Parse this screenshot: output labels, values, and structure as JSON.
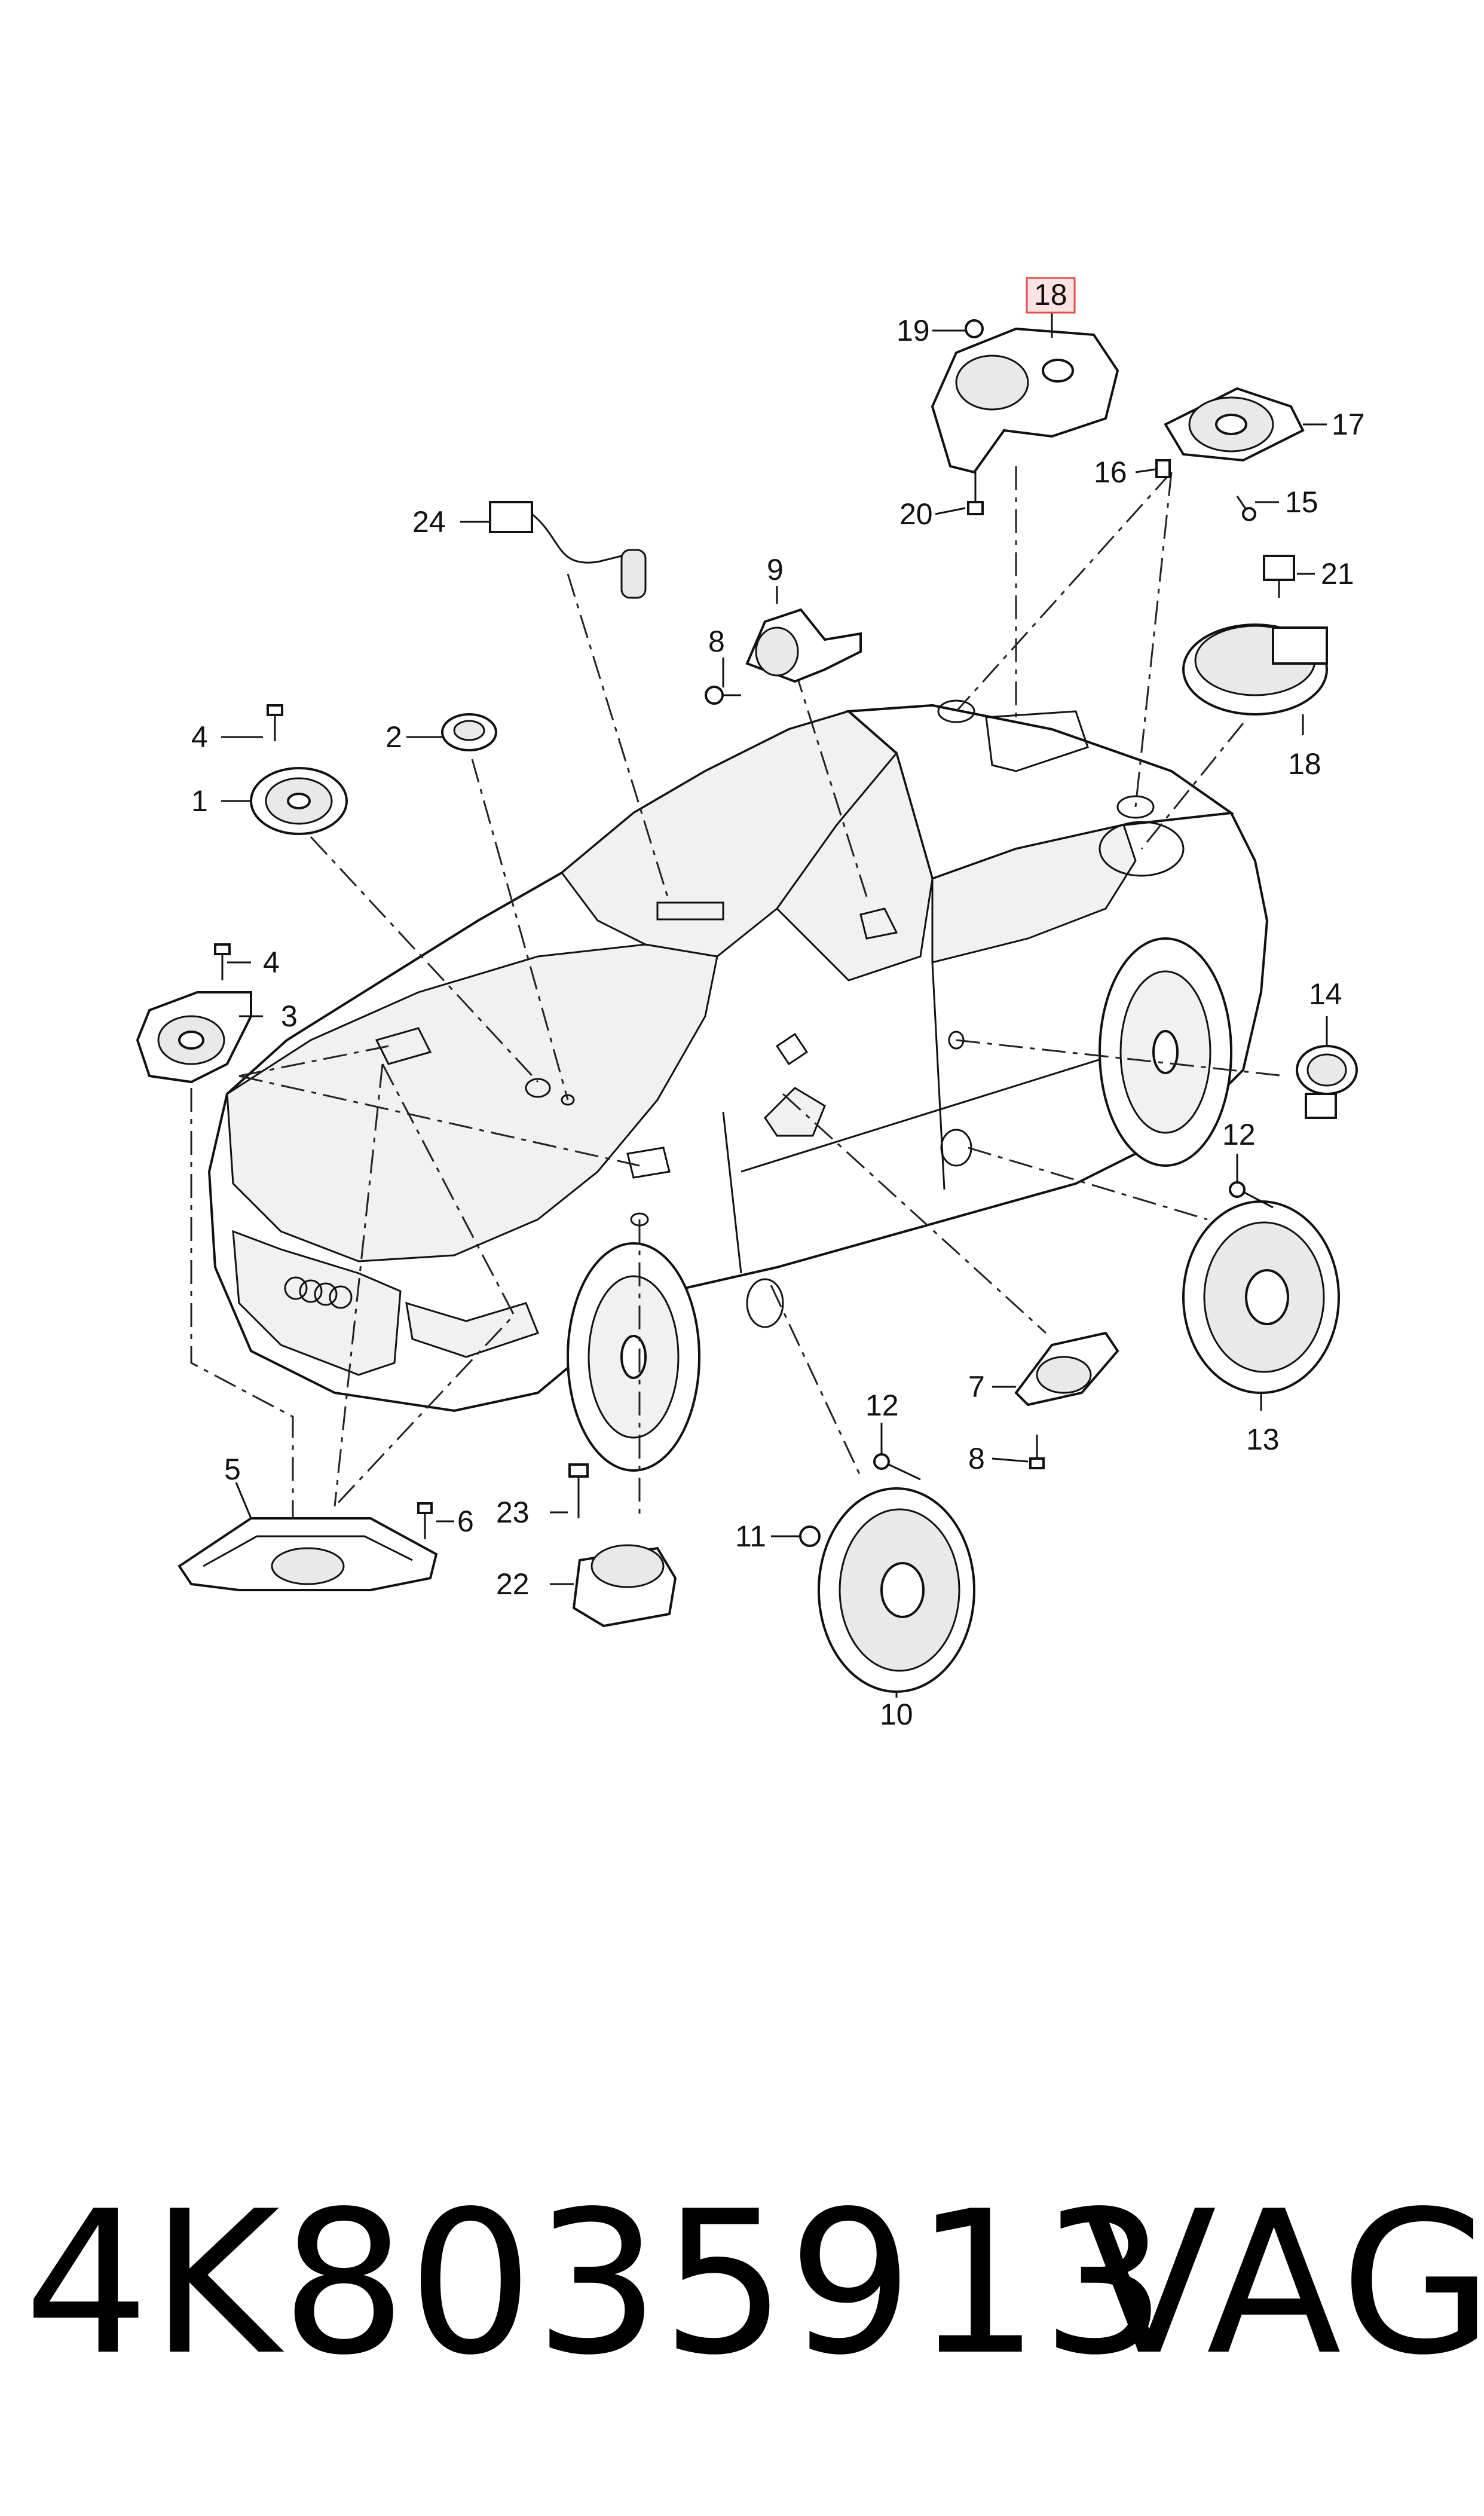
{
  "callouts": {
    "c1": "1",
    "c2": "2",
    "c3": "3",
    "c4a": "4",
    "c4b": "4",
    "c5": "5",
    "c6": "6",
    "c7": "7",
    "c8a": "8",
    "c8b": "8",
    "c9": "9",
    "c10": "10",
    "c11": "11",
    "c12a": "12",
    "c12b": "12",
    "c13": "13",
    "c14": "14",
    "c15": "15",
    "c16": "16",
    "c17": "17",
    "c18top": "18",
    "c18": "18",
    "c19": "19",
    "c20": "20",
    "c21": "21",
    "c22": "22",
    "c23": "23",
    "c24": "24"
  },
  "highlighted_callout": "18",
  "colors": {
    "highlight_box": "#d9534f",
    "highlight_fill": "#fbe3e3",
    "line": "#111111"
  },
  "footer": {
    "part_number": "4K8035913",
    "brand": "VAG"
  }
}
